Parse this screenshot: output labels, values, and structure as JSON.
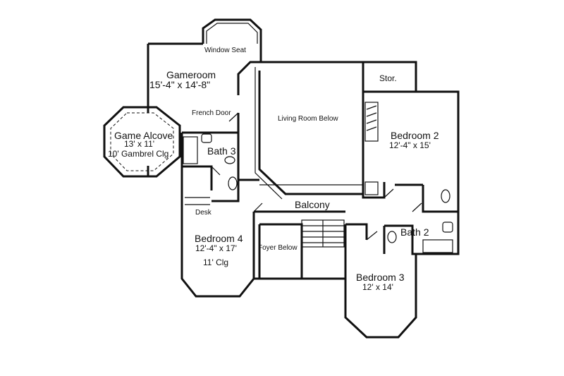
{
  "rooms": {
    "window_seat": "Window Seat",
    "gameroom": {
      "name": "Gameroom",
      "size": "15'-4\" x 14'-8\""
    },
    "french_door": "French Door",
    "game_alcove": {
      "name": "Game Alcove",
      "size": "13' x 11'",
      "ceiling": "10' Gambrel Clg"
    },
    "bath3": "Bath 3",
    "desk": "Desk",
    "living_below": "Living Room Below",
    "stor": "Stor.",
    "bedroom2": {
      "name": "Bedroom 2",
      "size": "12'-4\" x 15'"
    },
    "balcony": "Balcony",
    "bath2": "Bath 2",
    "bedroom4": {
      "name": "Bedroom 4",
      "size": "12'-4\" x 17'",
      "ceiling": "11' Clg"
    },
    "foyer_below": "Foyer Below",
    "bedroom3": {
      "name": "Bedroom 3",
      "size": "12' x 14'"
    }
  }
}
